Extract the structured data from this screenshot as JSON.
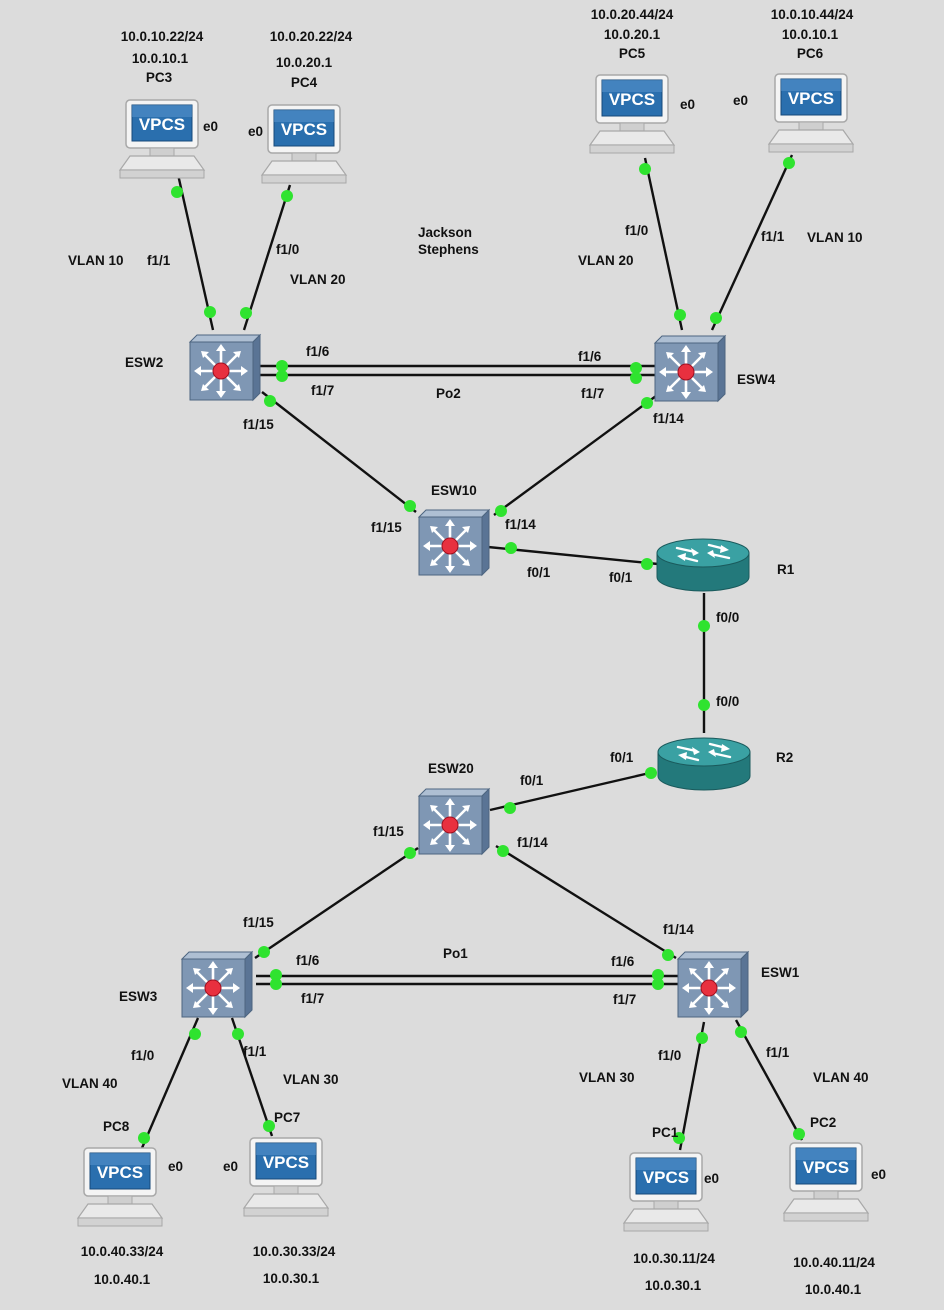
{
  "author": {
    "line1": "Jackson",
    "line2": "Stephens"
  },
  "pcs": {
    "pc3": {
      "name": "PC3",
      "ip": "10.0.10.22/24",
      "gw": "10.0.10.1",
      "port": "e0",
      "screen": "VPCS"
    },
    "pc4": {
      "name": "PC4",
      "ip": "10.0.20.22/24",
      "gw": "10.0.20.1",
      "port": "e0",
      "screen": "VPCS"
    },
    "pc5": {
      "name": "PC5",
      "ip": "10.0.20.44/24",
      "gw": "10.0.20.1",
      "port": "e0",
      "screen": "VPCS"
    },
    "pc6": {
      "name": "PC6",
      "ip": "10.0.10.44/24",
      "gw": "10.0.10.1",
      "port": "e0",
      "screen": "VPCS"
    },
    "pc8": {
      "name": "PC8",
      "ip": "10.0.40.33/24",
      "gw": "10.0.40.1",
      "port": "e0",
      "screen": "VPCS"
    },
    "pc7": {
      "name": "PC7",
      "ip": "10.0.30.33/24",
      "gw": "10.0.30.1",
      "port": "e0",
      "screen": "VPCS"
    },
    "pc1": {
      "name": "PC1",
      "ip": "10.0.30.11/24",
      "gw": "10.0.30.1",
      "port": "e0",
      "screen": "VPCS"
    },
    "pc2": {
      "name": "PC2",
      "ip": "10.0.40.11/24",
      "gw": "10.0.40.1",
      "port": "e0",
      "screen": "VPCS"
    }
  },
  "switches": {
    "esw2": {
      "name": "ESW2"
    },
    "esw4": {
      "name": "ESW4"
    },
    "esw10": {
      "name": "ESW10"
    },
    "esw20": {
      "name": "ESW20"
    },
    "esw3": {
      "name": "ESW3"
    },
    "esw1": {
      "name": "ESW1"
    }
  },
  "routers": {
    "r1": {
      "name": "R1"
    },
    "r2": {
      "name": "R2"
    }
  },
  "vlans": {
    "esw2_pc3": "VLAN 10",
    "esw2_pc4": "VLAN 20",
    "esw4_pc5": "VLAN 20",
    "esw4_pc6": "VLAN 10",
    "esw3_pc8": "VLAN 40",
    "esw3_pc7": "VLAN 30",
    "esw1_pc1": "VLAN 30",
    "esw1_pc2": "VLAN 40"
  },
  "port_channels": {
    "top": "Po2",
    "bottom": "Po1"
  },
  "ports": {
    "esw2_f1_1": "f1/1",
    "esw2_f1_0": "f1/0",
    "esw2_f1_6": "f1/6",
    "esw2_f1_7": "f1/7",
    "esw2_f1_15": "f1/15",
    "esw4_f1_0": "f1/0",
    "esw4_f1_1": "f1/1",
    "esw4_f1_6": "f1/6",
    "esw4_f1_7": "f1/7",
    "esw4_f1_14": "f1/14",
    "esw10_f1_15": "f1/15",
    "esw10_f1_14": "f1/14",
    "esw10_f0_1": "f0/1",
    "r1_f0_1": "f0/1",
    "r1_f0_0": "f0/0",
    "r2_f0_0": "f0/0",
    "r2_f0_1": "f0/1",
    "esw20_f0_1": "f0/1",
    "esw20_f1_15": "f1/15",
    "esw20_f1_14": "f1/14",
    "esw3_f1_15": "f1/15",
    "esw3_f1_6": "f1/6",
    "esw3_f1_7": "f1/7",
    "esw3_f1_0": "f1/0",
    "esw3_f1_1": "f1/1",
    "esw1_f1_14": "f1/14",
    "esw1_f1_6": "f1/6",
    "esw1_f1_7": "f1/7",
    "esw1_f1_0": "f1/0",
    "esw1_f1_1": "f1/1"
  },
  "colors": {
    "background": "#dcdcdc",
    "link_dot": "#2fe32f",
    "switch_body": "#7f97b4",
    "router_body": "#2f8a8c",
    "vpcs_screen": "#2a6fae"
  }
}
